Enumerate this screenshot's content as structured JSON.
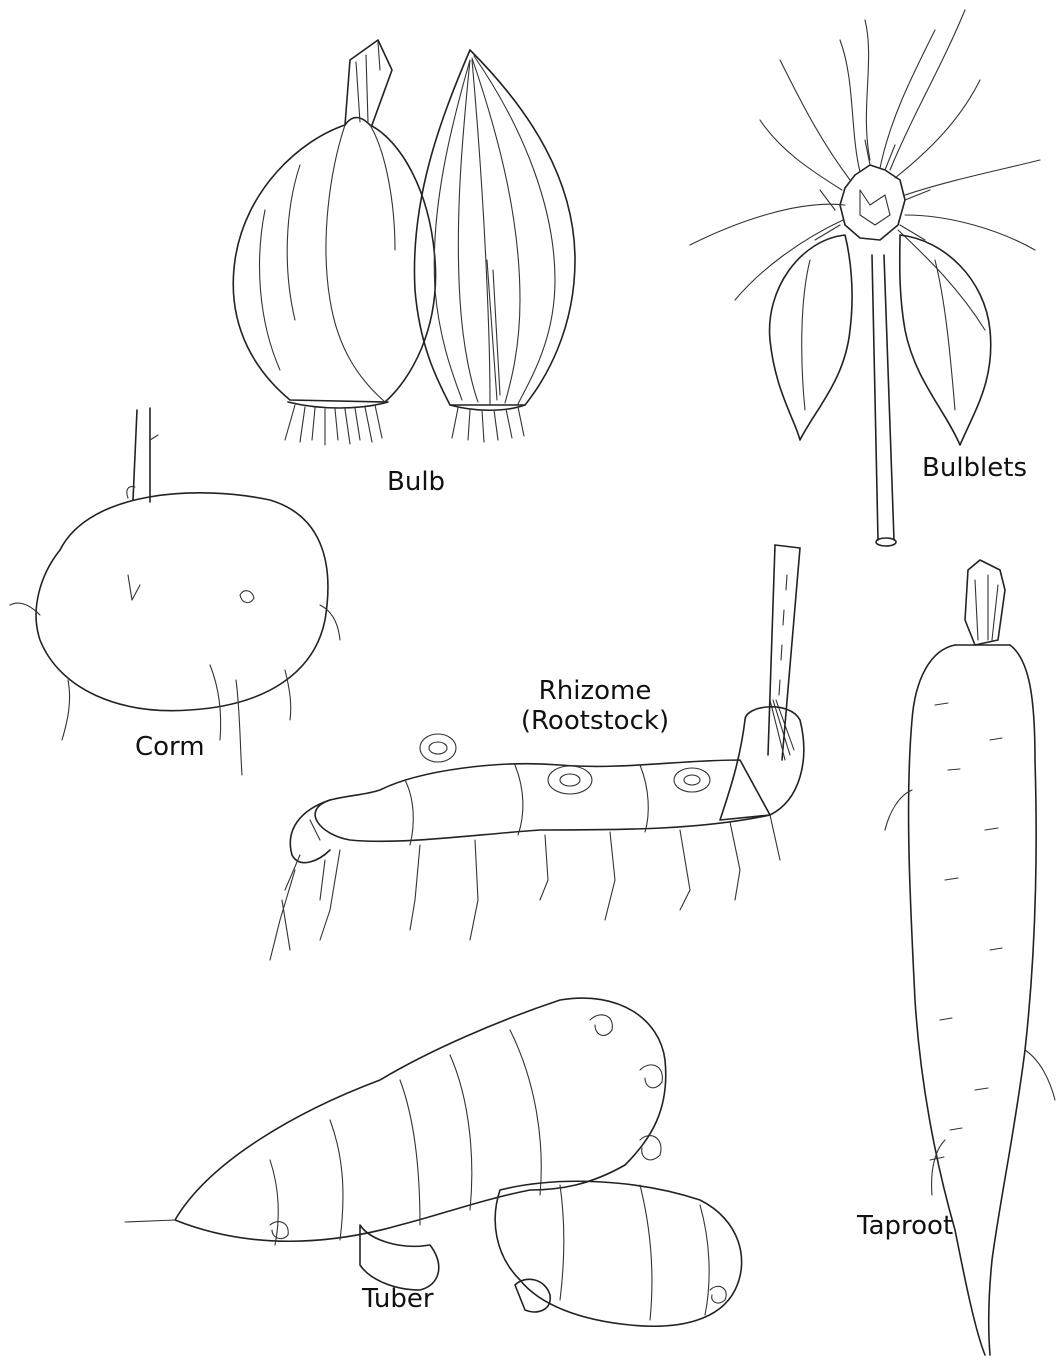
{
  "labels": {
    "bulb": "Bulb",
    "bulblets": "Bulblets",
    "corm": "Corm",
    "rhizome_line1": "Rhizome",
    "rhizome_line2": "(Rootstock)",
    "taproot": "Taproot",
    "tuber": "Tuber"
  },
  "colors": {
    "ink": "#222222",
    "background": "#ffffff"
  }
}
